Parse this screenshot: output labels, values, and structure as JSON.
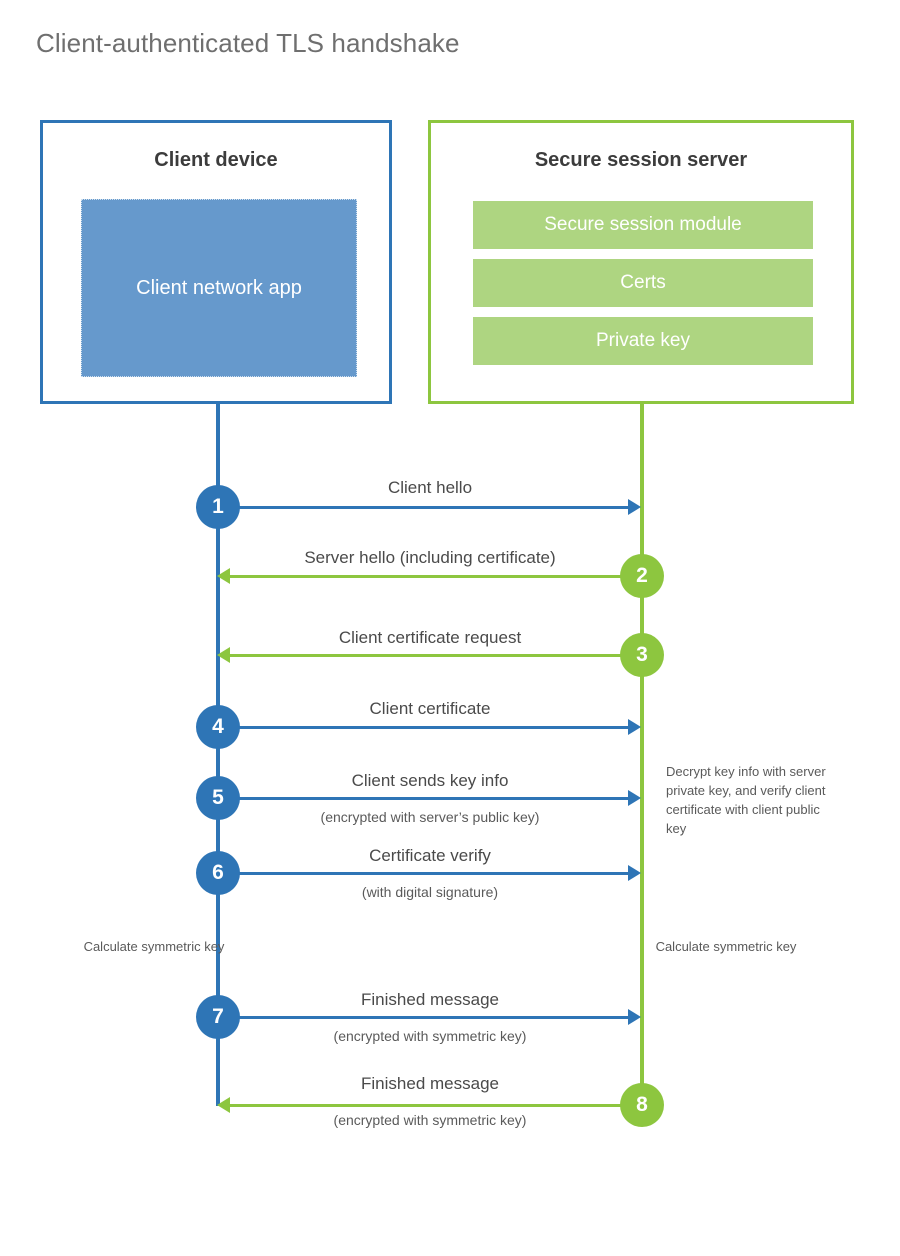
{
  "title": "Client-authenticated TLS handshake",
  "colors": {
    "blue": "#2e75b6",
    "blue_fill": "#6699cc",
    "green": "#8dc63f",
    "green_fill": "#aed581",
    "title_text": "#6f6f6f",
    "body_text": "#4a4a4a"
  },
  "actors": {
    "client": {
      "title": "Client device",
      "app_label": "Client network app"
    },
    "server": {
      "title": "Secure session server",
      "modules": [
        "Secure session module",
        "Certs",
        "Private key"
      ]
    }
  },
  "steps": [
    {
      "number": "1",
      "label": "Client hello",
      "sublabel": "",
      "direction": "client-to-server",
      "color": "blue"
    },
    {
      "number": "2",
      "label": "Server hello (including certificate)",
      "sublabel": "",
      "direction": "server-to-client",
      "color": "green"
    },
    {
      "number": "3",
      "label": "Client certificate request",
      "sublabel": "",
      "direction": "server-to-client",
      "color": "green"
    },
    {
      "number": "4",
      "label": "Client certificate",
      "sublabel": "",
      "direction": "client-to-server",
      "color": "blue"
    },
    {
      "number": "5",
      "label": "Client sends key info",
      "sublabel": "(encrypted with server’s public key)",
      "direction": "client-to-server",
      "color": "blue"
    },
    {
      "number": "6",
      "label": "Certificate verify",
      "sublabel": "(with digital signature)",
      "direction": "client-to-server",
      "color": "blue"
    },
    {
      "number": "7",
      "label": "Finished message",
      "sublabel": "(encrypted with symmetric key)",
      "direction": "client-to-server",
      "color": "blue"
    },
    {
      "number": "8",
      "label": "Finished message",
      "sublabel": "(encrypted with symmetric key)",
      "direction": "server-to-client",
      "color": "green"
    }
  ],
  "notes": {
    "server_decrypt": "Decrypt key info with server private key, and verify client certificate with client public key",
    "client_calculate": "Calculate symmetric key",
    "server_calculate": "Calculate symmetric key"
  }
}
